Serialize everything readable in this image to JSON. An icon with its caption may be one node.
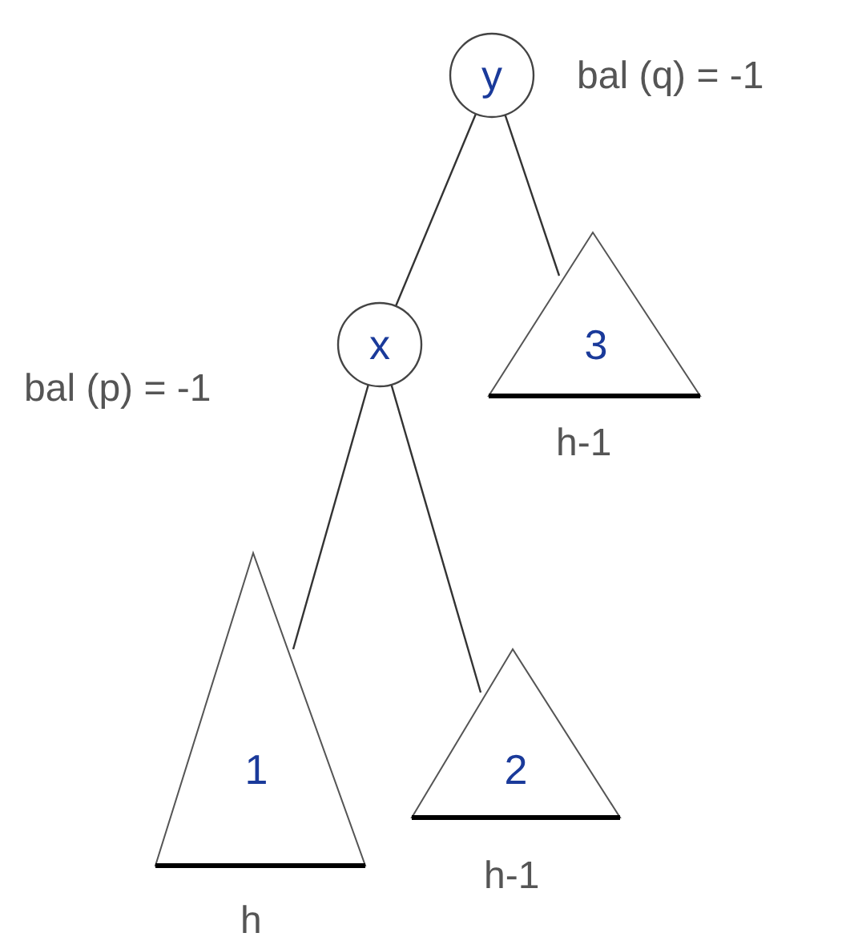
{
  "diagram": {
    "nodes": [
      {
        "text": [
          "y"
        ],
        "beside": [
          "bal (q) = -1"
        ]
      },
      {
        "text": [
          "x"
        ],
        "beside": [
          "bal (p) = -1"
        ]
      },
      {
        "text": [
          "3"
        ],
        "beside": [
          "h-1"
        ]
      },
      {
        "text": [
          "1"
        ],
        "beside": [
          "h"
        ]
      },
      {
        "text": [
          "2"
        ],
        "beside": [
          "h-1"
        ]
      }
    ],
    "edges": [
      {
        "from": 0,
        "to": 1,
        "arrow": "none"
      },
      {
        "from": 0,
        "to": 2,
        "arrow": "none"
      },
      {
        "from": 1,
        "to": 3,
        "arrow": "none"
      },
      {
        "from": 1,
        "to": 4,
        "arrow": "none"
      }
    ]
  }
}
